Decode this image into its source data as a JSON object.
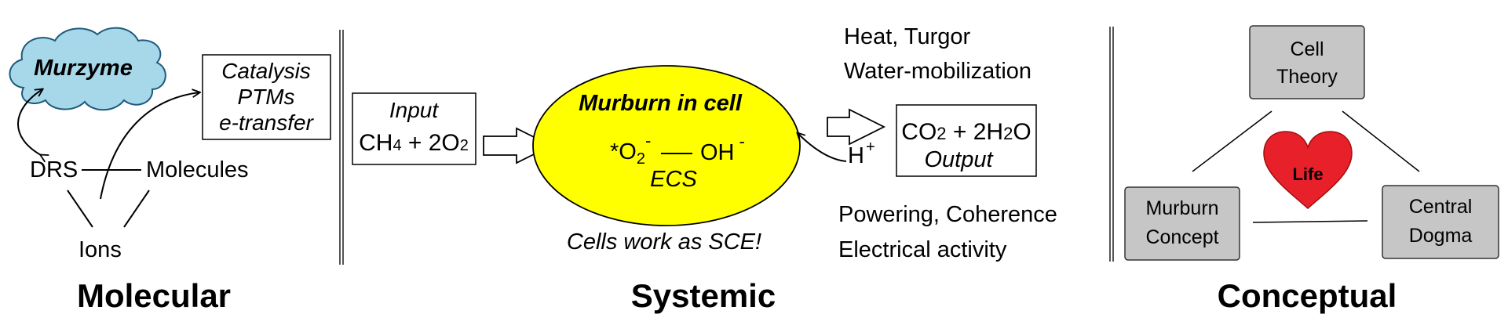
{
  "molecular": {
    "heading": "Molecular",
    "cloud_label": "Murzyme",
    "functions_box": [
      "Catalysis",
      "PTMs",
      "e-transfer"
    ],
    "drs": "DRS",
    "molecules": "Molecules",
    "ions": "Ions"
  },
  "systemic": {
    "heading": "Systemic",
    "input_box": {
      "title": "Input",
      "formula": "CH",
      "sub1": "4",
      "mid": " + 2O",
      "sub2": "2"
    },
    "cell": {
      "title": "Murburn in cell",
      "ros": "*O",
      "ros_sub": "2",
      "ros_sup": "-",
      "oh": "OH",
      "oh_sup": "-",
      "ecs": "ECS"
    },
    "proton": "H",
    "proton_sup": "+",
    "output_box": {
      "co": "CO",
      "co_sub": "2",
      "plus": " + 2H",
      "h_sub": "2",
      "o": "O",
      "title": "Output"
    },
    "top_effects": [
      "Heat, Turgor",
      "Water-mobilization"
    ],
    "bottom_effects": [
      "Powering, Coherence",
      "Electrical activity"
    ],
    "caption": "Cells work as SCE!",
    "ellipse_color": "#ffff00"
  },
  "conceptual": {
    "heading": "Conceptual",
    "cell_theory": [
      "Cell",
      "Theory"
    ],
    "murburn_concept": [
      "Murburn",
      "Concept"
    ],
    "central_dogma": [
      "Central",
      "Dogma"
    ],
    "heart_label": "Life",
    "heart_color": "#e8202a",
    "box_color": "#c6c6c6"
  },
  "colors": {
    "cloud": "#a6d8ea",
    "ellipse": "#ffff00",
    "heart": "#e8202a"
  }
}
